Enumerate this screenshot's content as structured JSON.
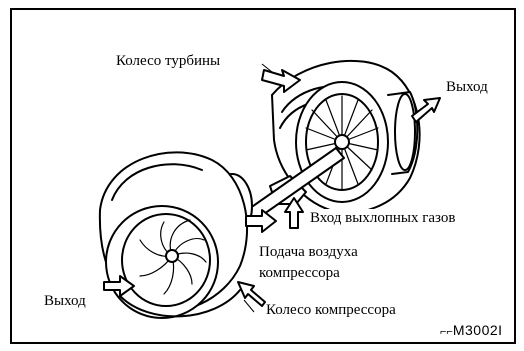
{
  "labels": {
    "turbine_wheel": "Колесо турбины",
    "exit_top": "Выход",
    "exhaust_inlet": "Вход выхлопных газов",
    "compressor_air_line1": "Подача воздуха",
    "compressor_air_line2": "компрессора",
    "exit_left": "Выход",
    "compressor_wheel": "Колесо компрессора",
    "figure_code": "M3002I"
  },
  "icons": {
    "arrow_style": "outlined-block-arrow",
    "drawing": "turbocharger-cutaway-illustration"
  },
  "colors": {
    "line": "#000000",
    "background": "#ffffff"
  }
}
